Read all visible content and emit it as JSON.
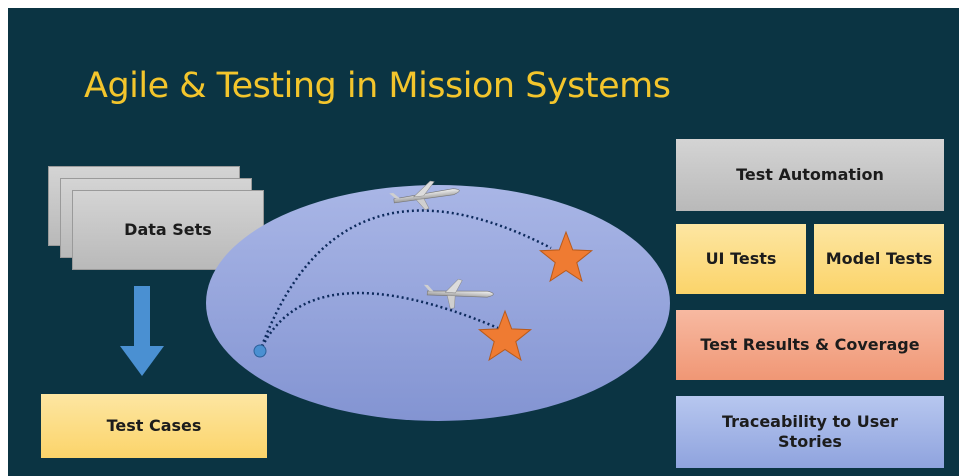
{
  "slide": {
    "title": "Agile & Testing in Mission Systems",
    "data_sets_label": "Data Sets",
    "test_cases_label": "Test Cases",
    "test_automation_label": "Test Automation",
    "ui_tests_label": "UI Tests",
    "model_tests_label": "Model Tests",
    "test_results_label": "Test Results & Coverage",
    "traceability_label": "Traceability to User Stories"
  },
  "colors": {
    "background": "#0b3443",
    "title": "#f3c52c",
    "gray_box": "#c8c8c8",
    "yellow_box": "#fcd97e",
    "salmon_box": "#f2a487",
    "blue_box": "#a3b3e6",
    "ellipse": "#97a6dc",
    "arrow": "#4a90d2",
    "star": "#ef7b32",
    "trajectory": "#0d2a5c"
  },
  "icons": {
    "aircraft": "missile-icon",
    "target": "star-icon",
    "origin": "launch-point-icon"
  }
}
